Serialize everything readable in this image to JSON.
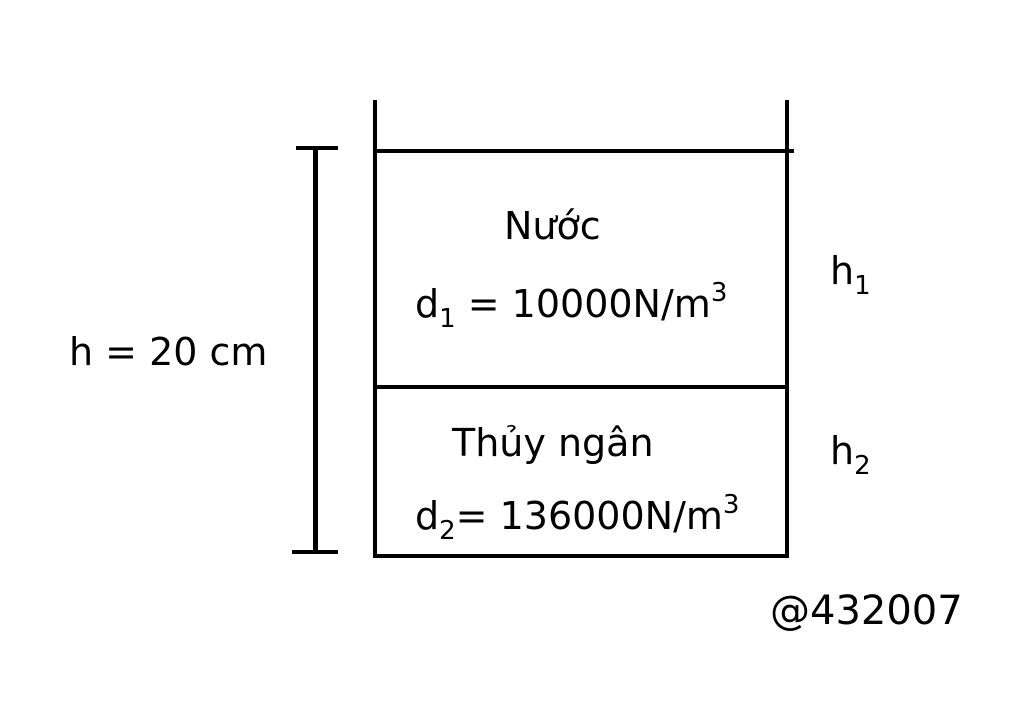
{
  "total_height": {
    "symbol": "h",
    "text": " = 20 cm"
  },
  "water": {
    "name": "Nước",
    "density_symbol": "d",
    "density_index": "1",
    "density_value": " = 10000N/m",
    "density_exponent": "3",
    "height_symbol": "h",
    "height_index": "1"
  },
  "mercury": {
    "name": "Thủy ngân",
    "density_symbol": "d",
    "density_index": "2",
    "density_value": "= 136000N/m",
    "density_exponent": "3",
    "height_symbol": "h",
    "height_index": "2"
  },
  "credit": "@432007"
}
